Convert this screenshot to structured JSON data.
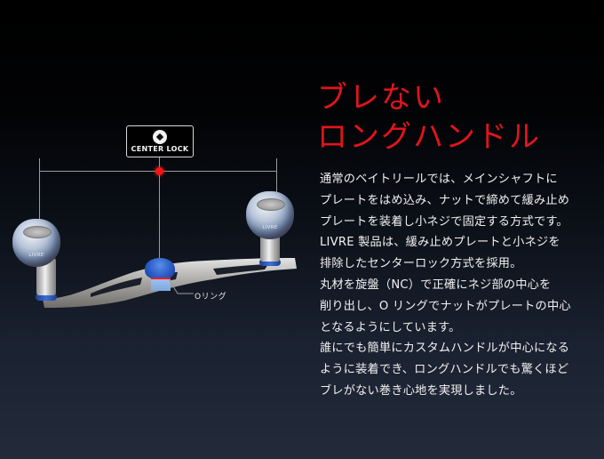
{
  "headline": {
    "line1": "ブレない",
    "line2": "ロングハンドル",
    "color": "#e0141b"
  },
  "body": {
    "lines": [
      "通常のベイトリールでは、メインシャフトに",
      "プレートをはめ込み、ナットで締めて緩み止め",
      "プレートを装着し小ネジで固定する方式です。",
      "LIVRE 製品は、緩み止めプレートと小ネジを",
      "排除したセンターロック方式を採用。",
      "丸材を旋盤（NC）で正確にネジ部の中心を",
      "削り出し、O リングでナットがプレートの中心",
      "となるようにしています。",
      "誰にでも簡単にカスタムハンドルが中心になる",
      "ように装着でき、ロングハンドルでも驚くほど",
      "ブレがない巻き心地を実現しました。"
    ]
  },
  "diagram": {
    "badge_label": "CENTER LOCK",
    "badge_icon": "gear-icon",
    "oring_label": "Oリング",
    "knob_left_brand": "LIVRE",
    "knob_right_brand": "LIVRE",
    "center_dot_color": "#ff1111",
    "hub_color": "#2a5cc8"
  }
}
